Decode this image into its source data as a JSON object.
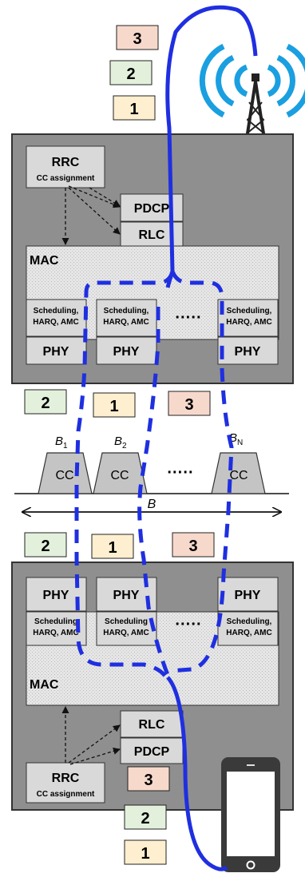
{
  "colors": {
    "station_bg": "#8f8f8f",
    "block_fill": "#d9d9d9",
    "mac_fill": "#e4e4e4",
    "flow_line": "#1f2fe0",
    "badge_1": "#fdefcf",
    "badge_2": "#e3f1dc",
    "badge_3": "#f7d9cc",
    "antenna_wave": "#1a9fe0"
  },
  "badges": {
    "one": "1",
    "two": "2",
    "three": "3"
  },
  "base_station": {
    "rrc_title": "RRC",
    "rrc_sub": "CC assignment",
    "pdcp": "PDCP",
    "rlc": "RLC",
    "mac": "MAC",
    "sched_label_1": "Scheduling,",
    "sched_label_2": "HARQ, AMC",
    "sched_clipped_1": "Scheduling,",
    "sched_clipped_2": "HARQ, AMC",
    "phy": "PHY",
    "ellipsis": "·····"
  },
  "user_equipment": {
    "rrc_title": "RRC",
    "rrc_sub": "CC assignment",
    "pdcp": "PDCP",
    "rlc": "RLC",
    "mac": "MAC",
    "sched_label_1": "Scheduling,",
    "sched_label_2": "HARQ, AMC",
    "sched_clipped_1": "Scheduling",
    "sched_clipped_2": "HARQ, AMC",
    "phy": "PHY",
    "ellipsis": "·····"
  },
  "carriers": {
    "cc_label": "CC",
    "b_letter": "B",
    "sub_1": "1",
    "sub_2": "2",
    "sub_n": "N",
    "ellipsis": "·····",
    "bandwidth": "B"
  },
  "icons": [
    "cell-tower-icon",
    "smartphone-icon",
    "double-arrow-icon"
  ]
}
